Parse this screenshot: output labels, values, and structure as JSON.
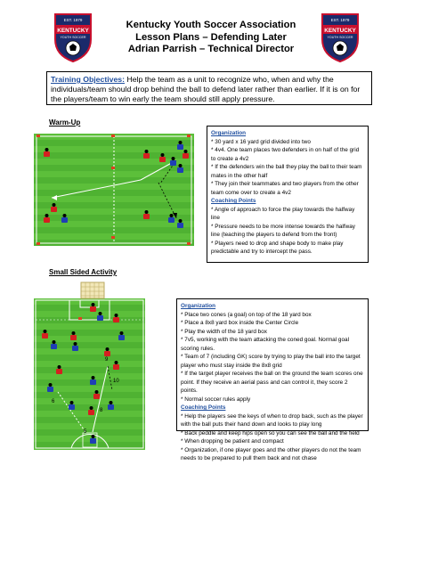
{
  "header": {
    "line1": "Kentucky Youth Soccer Association",
    "line2": "Lesson Plans – Defending Later",
    "line3": "Adrian Parrish – Technical Director"
  },
  "logo": {
    "top_text": "EST. 1979",
    "main_text": "KENTUCKY",
    "sub_text": "YOUTH SOCCER"
  },
  "objectives": {
    "label": "Training Objectives:",
    "text": " Help the team as a unit to recognize who, when and why the individuals/team should drop behind the ball to defend later rather than earlier. If it is on for the players/team to win early the team should still apply pressure."
  },
  "warmup": {
    "title": "Warm-Up",
    "organization_heading": "Organization",
    "organization": [
      "* 30 yard x 16 yard grid divided into two",
      "* 4v4. One team places two defenders in on half of the grid to create a 4v2",
      "* If the defenders win the ball they play the ball to their team mates in the other half",
      "* They join their teammates and two players from the other team come over to create a 4v2"
    ],
    "coaching_heading": "Coaching Points",
    "coaching": [
      "* Angle of approach to force the play towards the halfway line",
      "* Pressure needs to be more intense towards the halfway line (teaching the players to defend from the front)",
      "* Players need to drop and shape body to make play predictable and try to intercept the pass."
    ]
  },
  "ssa": {
    "title": "Small Sided Activity",
    "organization_heading": "Organization",
    "organization": [
      "* Place two cones (a goal) on top of the 18 yard box",
      "* Place a 8x8 yard box inside the Center Circle",
      "* Play the width of the 18 yard box",
      "* 7v5, working with the team attacking the coned goal. Normal goal scoring rules.",
      "* Team of 7 (including GK) score by trying to play the ball into the target player who must stay inside the 8x8 grid",
      "* If the target player receives the ball on the ground the team scores one point. If they receive an aerial pass and can control it, they score 2 points.",
      "* Normal soccer rules apply"
    ],
    "coaching_heading": "Coaching Points",
    "coaching": [
      "* Help the players see the keys of when to drop back, such as the player with the ball puts their hand down and looks to play long",
      "* Back peddle and keep hips open so you can see the ball and the field",
      "* When dropping be patient and compact",
      "* Organization, if one player goes and the other players do not the team needs to be prepared to pull them back and not chase"
    ],
    "player_numbers": [
      "9",
      "10",
      "6",
      "8",
      "5"
    ]
  },
  "colors": {
    "grass_light": "#5cbf3a",
    "grass_dark": "#48a82c",
    "red_team": "#d42020",
    "blue_team": "#1f3fb5",
    "heading_blue": "#1f4e9e",
    "logo_red": "#c8102e",
    "logo_navy": "#1b2a6b"
  }
}
